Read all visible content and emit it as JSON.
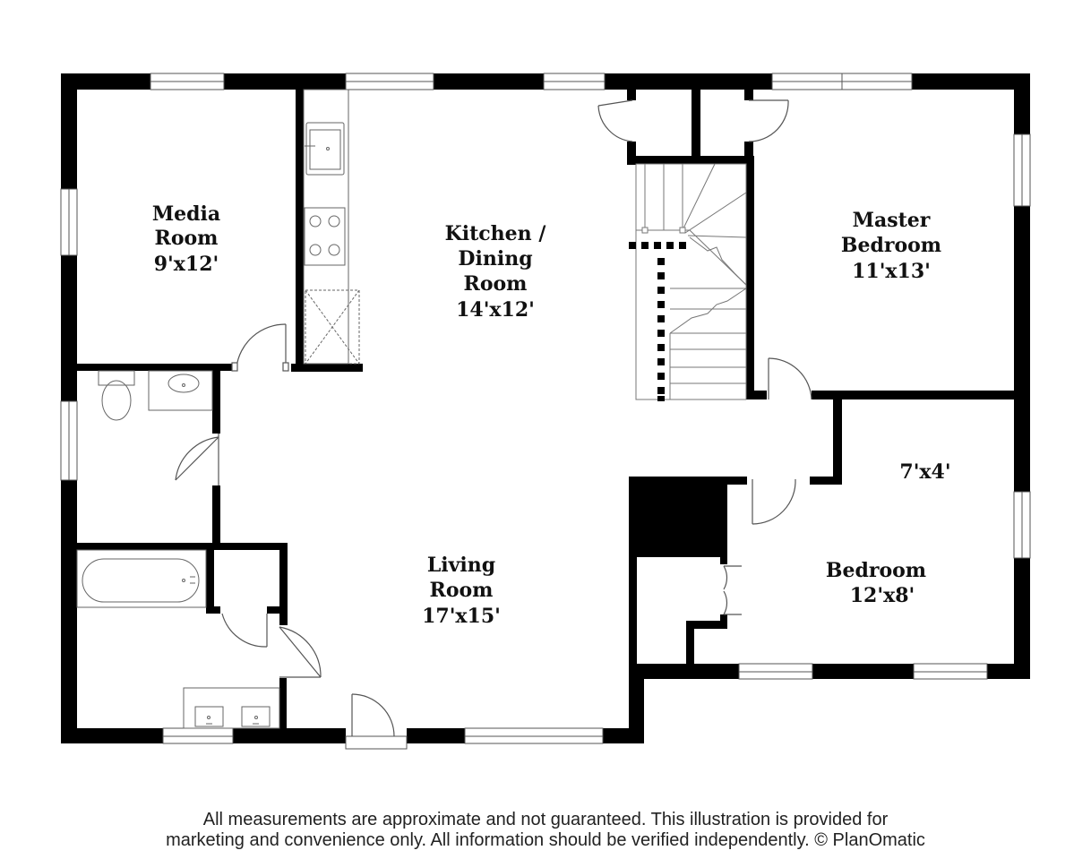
{
  "rooms": {
    "media_room": {
      "name_line1": "Media",
      "name_line2": "Room",
      "size": "9'x12'"
    },
    "kitchen_dining": {
      "name_line1": "Kitchen /",
      "name_line2": "Dining",
      "name_line3": "Room",
      "size": "14'x12'"
    },
    "master_bedroom": {
      "name_line1": "Master",
      "name_line2": "Bedroom",
      "size": "11'x13'"
    },
    "closet": {
      "size": "7'x4'"
    },
    "bedroom": {
      "name": "Bedroom",
      "size": "12'x8'"
    },
    "living_room": {
      "name_line1": "Living",
      "name_line2": "Room",
      "size": "17'x15'"
    }
  },
  "footer": {
    "line1": "All measurements are approximate and not guaranteed. This illustration is provided for",
    "line2": "marketing and convenience only. All information should be verified independently. © PlanOmatic"
  }
}
